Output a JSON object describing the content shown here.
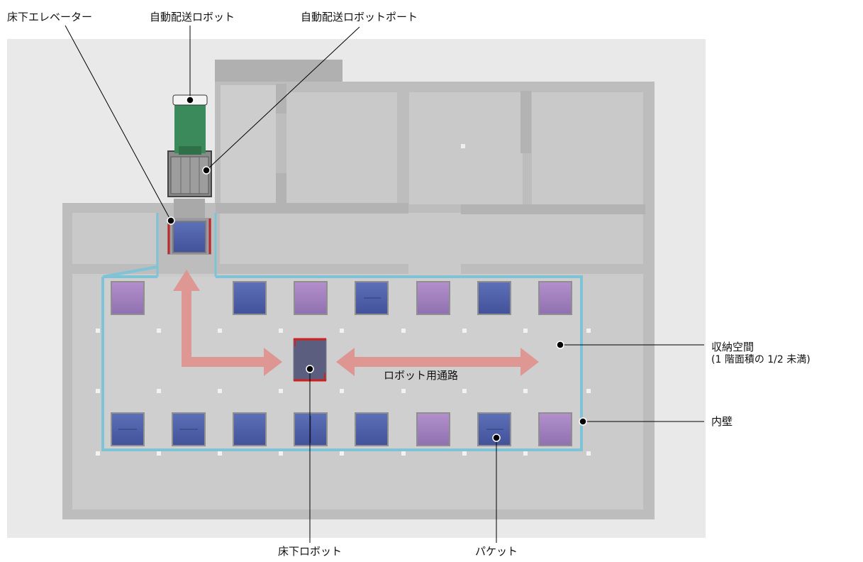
{
  "labels": {
    "floor_elevator": "床下エレベーター",
    "delivery_robot": "自動配送ロボット",
    "delivery_robot_port": "自動配送ロボットポート",
    "storage_space": "収納空間",
    "storage_space_note": "(1 階面積の 1/2 未満)",
    "inner_wall": "内壁",
    "robot_passage": "ロボット用通路",
    "underfloor_robot": "床下ロボット",
    "packet": "パケット"
  },
  "colors": {
    "inner_wall": "#7ec3d6",
    "arrow": "#e08f8a",
    "packet_purple": "#a47fc0",
    "packet_blue": "#4d5fa8",
    "delivery_robot_body": "#3a8a5c",
    "floor": "#cfcfcf",
    "wall": "#b5b5b5"
  }
}
